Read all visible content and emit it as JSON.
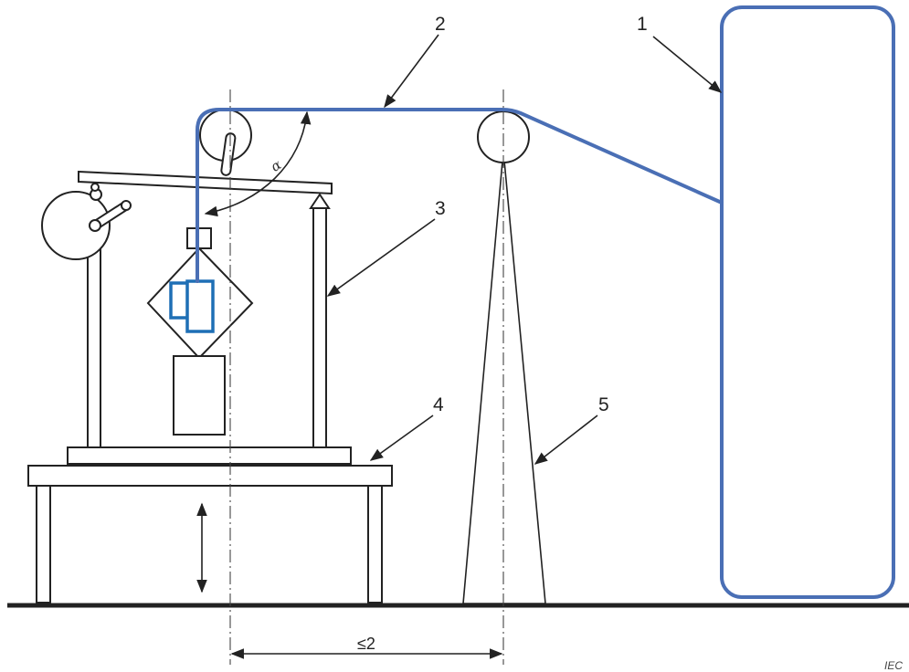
{
  "labels": {
    "callout_1": "1",
    "callout_2": "2",
    "callout_3": "3",
    "callout_4": "4",
    "callout_5": "5",
    "angle": "α",
    "distance": "≤2",
    "source": "IEC"
  },
  "colors": {
    "cable": "#4a6fb5",
    "component": "#1e6fb5",
    "line": "#222222"
  }
}
